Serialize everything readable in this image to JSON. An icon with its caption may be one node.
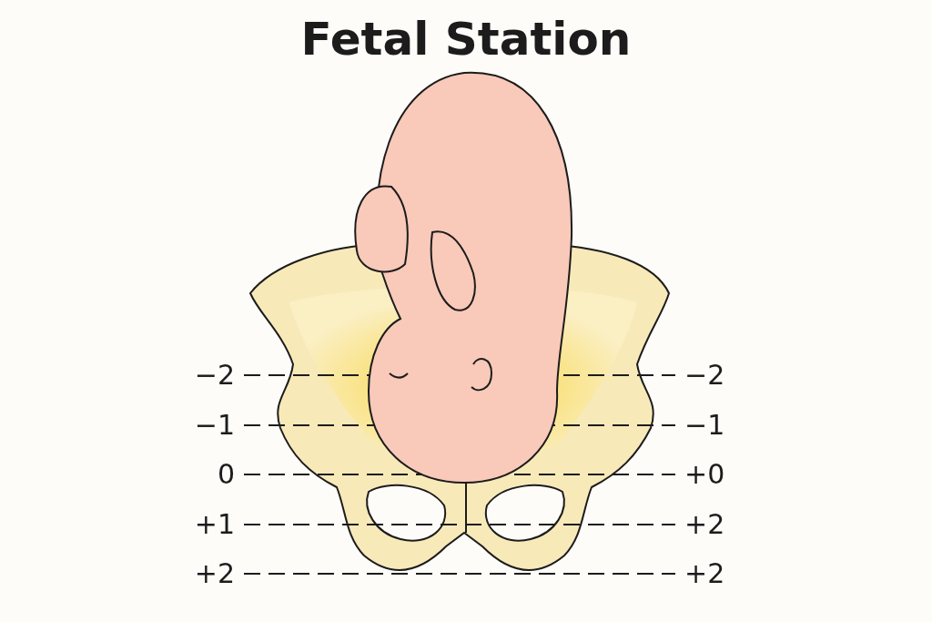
{
  "diagram": {
    "title": "Fetal Station",
    "labels": [
      "−2",
      "−2",
      "−1",
      "−1",
      "0",
      "+0",
      "+1",
      "+2",
      "+2",
      "+2"
    ]
  }
}
